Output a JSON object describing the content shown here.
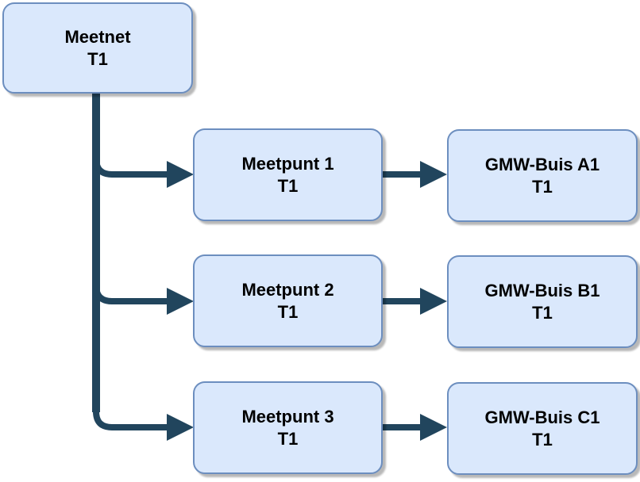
{
  "diagram": {
    "colors": {
      "node_fill": "#dae8fc",
      "node_border": "#6c8ebf",
      "arrow": "#21455d",
      "text": "#000000",
      "canvas_bg": "#ffffff"
    },
    "root": {
      "label": "Meetnet",
      "sublabel": "T1"
    },
    "rows": [
      {
        "meetpunt": {
          "label": "Meetpunt 1",
          "sublabel": "T1"
        },
        "gmw": {
          "label": "GMW-Buis A1",
          "sublabel": "T1"
        }
      },
      {
        "meetpunt": {
          "label": "Meetpunt 2",
          "sublabel": "T1"
        },
        "gmw": {
          "label": "GMW-Buis B1",
          "sublabel": "T1"
        }
      },
      {
        "meetpunt": {
          "label": "Meetpunt 3",
          "sublabel": "T1"
        },
        "gmw": {
          "label": "GMW-Buis C1",
          "sublabel": "T1"
        }
      }
    ]
  }
}
